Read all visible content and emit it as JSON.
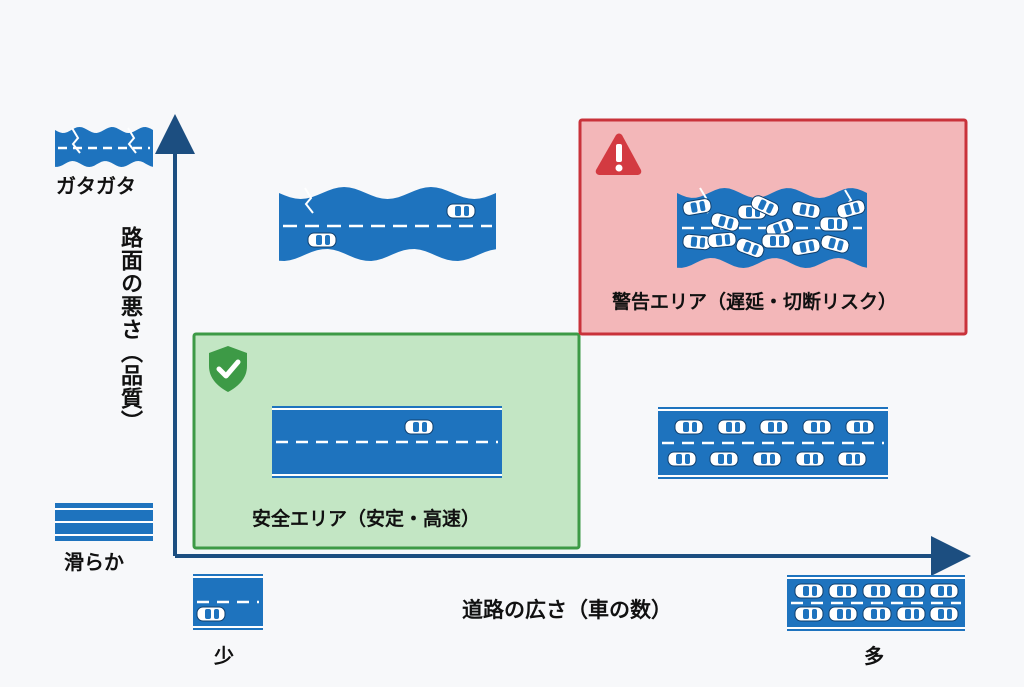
{
  "diagram": {
    "y_axis_label": "路面の悪さ（品質）",
    "y_axis_high": "ガタガタ",
    "y_axis_low": "滑らか",
    "x_axis_label": "道路の広さ（車の数）",
    "x_axis_low": "少",
    "x_axis_high": "多",
    "safe_zone_label": "安全エリア（安定・高速）",
    "warning_zone_label": "警告エリア（遅延・切断リスク）"
  },
  "colors": {
    "road": "#1e73be",
    "road_line": "#ffffff",
    "axis": "#1c4e80",
    "safe_fill": "#c3e6c4",
    "safe_border": "#3d9a46",
    "warn_fill": "#f3b7b9",
    "warn_border": "#c9323a",
    "car_body": "#ffffff",
    "car_window": "#1e73be"
  },
  "icons": {
    "safe": "shield-check-icon",
    "warning": "warning-triangle-icon"
  }
}
